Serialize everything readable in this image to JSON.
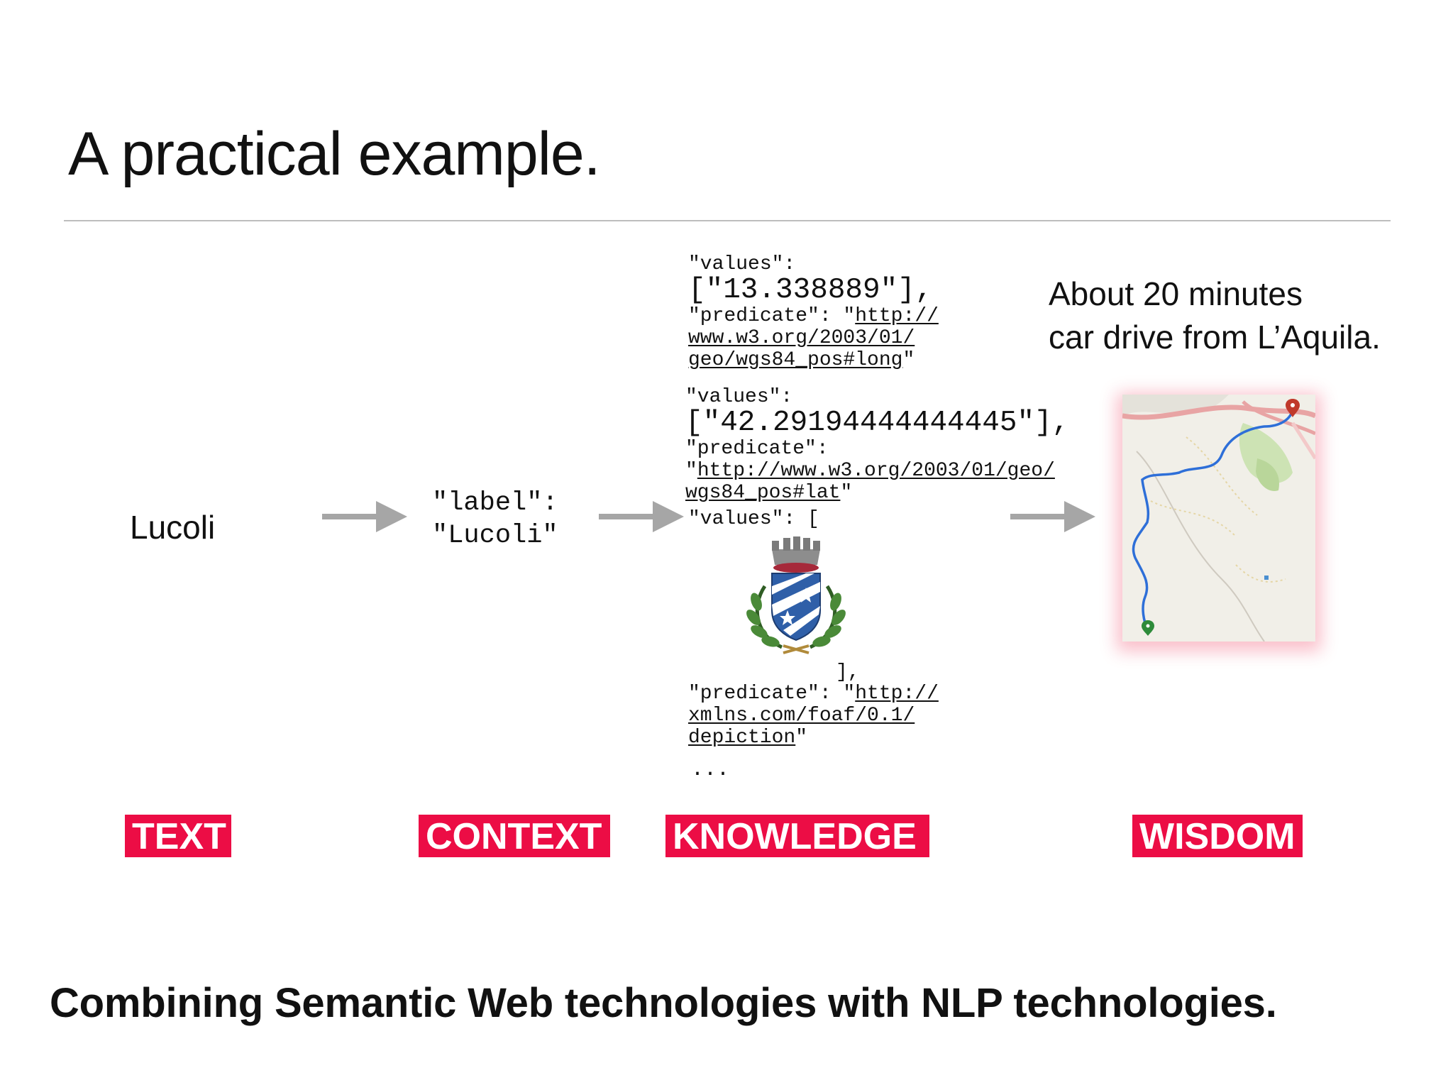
{
  "slide": {
    "title": "A practical example.",
    "footer": "Combining Semantic Web technologies with NLP technologies."
  },
  "text_stage": {
    "word": "Lucoli",
    "tag": "TEXT"
  },
  "context_stage": {
    "line1": "\"label\":",
    "line2": "\"Lucoli\"",
    "tag": "CONTEXT"
  },
  "knowledge_stage": {
    "tag": "KNOWLEDGE",
    "block1": {
      "values_key": "\"values\":",
      "value": "[\"13.338889\"],",
      "predicate_prefix": "\"predicate\": \"",
      "link_a": "http://",
      "link_b": "www.w3.org/2003/01/",
      "link_c": "geo/wgs84_pos#long",
      "suffix": "\""
    },
    "block2": {
      "values_key": "\"values\":",
      "value": "[\"42.29194444444445\"],",
      "predicate_line": "\"predicate\":",
      "quote_open": "\"",
      "link_a": "http://www.w3.org/2003/01/geo/",
      "link_b": "wgs84_pos#lat",
      "suffix": "\""
    },
    "block3": {
      "values_open": "\"values\": [",
      "close": "],",
      "predicate_prefix": "\"predicate\": \"",
      "link_a": "http://",
      "link_b": "xmlns.com/foaf/0.1/",
      "link_c": "depiction",
      "suffix": "\"",
      "ellipsis": "..."
    },
    "image": "coat-of-arms"
  },
  "wisdom_stage": {
    "line1": "About 20 minutes",
    "line2": "car drive from L’Aquila.",
    "tag": "WISDOM",
    "image": "route-map"
  },
  "colors": {
    "accent": "#ec0d45",
    "arrow": "#a6a6a6",
    "rule": "#bdbdbd"
  }
}
